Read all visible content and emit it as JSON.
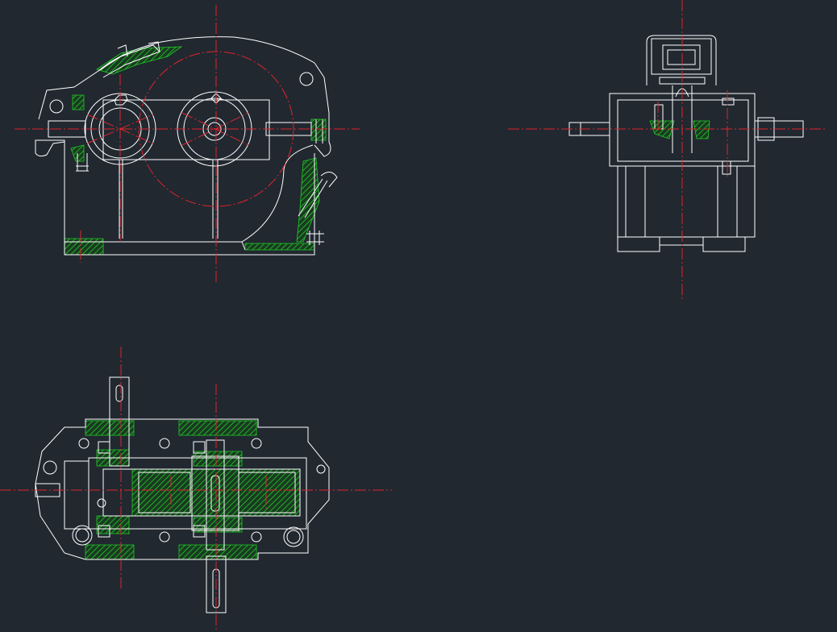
{
  "colors": {
    "background": "#212830",
    "outline": "#ffffff",
    "centerline": "#e0242b",
    "hatch": "#1fcf24"
  },
  "views": [
    {
      "name": "front-view",
      "type": "gearbox-front-elevation-sectioned"
    },
    {
      "name": "side-view",
      "type": "gearbox-side-elevation"
    },
    {
      "name": "top-view",
      "type": "gearbox-plan-section"
    }
  ]
}
